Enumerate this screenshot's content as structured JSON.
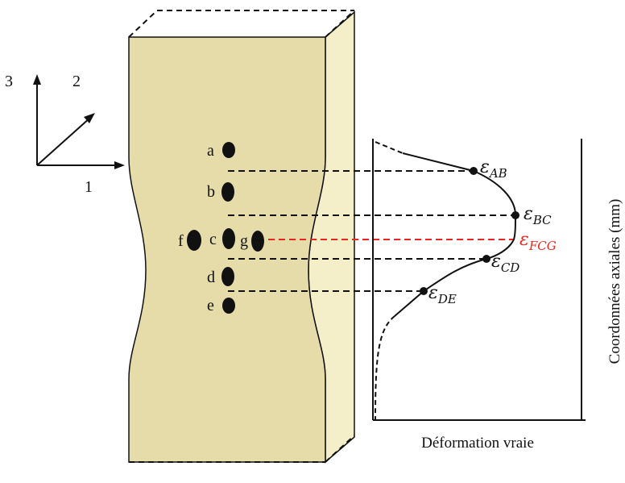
{
  "axes_triad": {
    "axis_1": "1",
    "axis_2": "2",
    "axis_3": "3"
  },
  "points": {
    "a": "a",
    "b": "b",
    "c": "c",
    "d": "d",
    "e": "e",
    "f": "f",
    "g": "g"
  },
  "strain_labels": {
    "AB": {
      "symbol": "ε",
      "sub": "AB"
    },
    "BC": {
      "symbol": "ε",
      "sub": "BC"
    },
    "FCG": {
      "symbol": "ε",
      "sub": "FCG"
    },
    "CD": {
      "symbol": "ε",
      "sub": "CD"
    },
    "DE": {
      "symbol": "ε",
      "sub": "DE"
    }
  },
  "x_axis_label": "Déformation vraie",
  "y_axis_label": "Coordonnées axiales (mm)",
  "colors": {
    "specimen_front": "#e6dcaa",
    "specimen_side": "#f4eec9",
    "highlight": "#e8281e",
    "ink": "#111111"
  }
}
